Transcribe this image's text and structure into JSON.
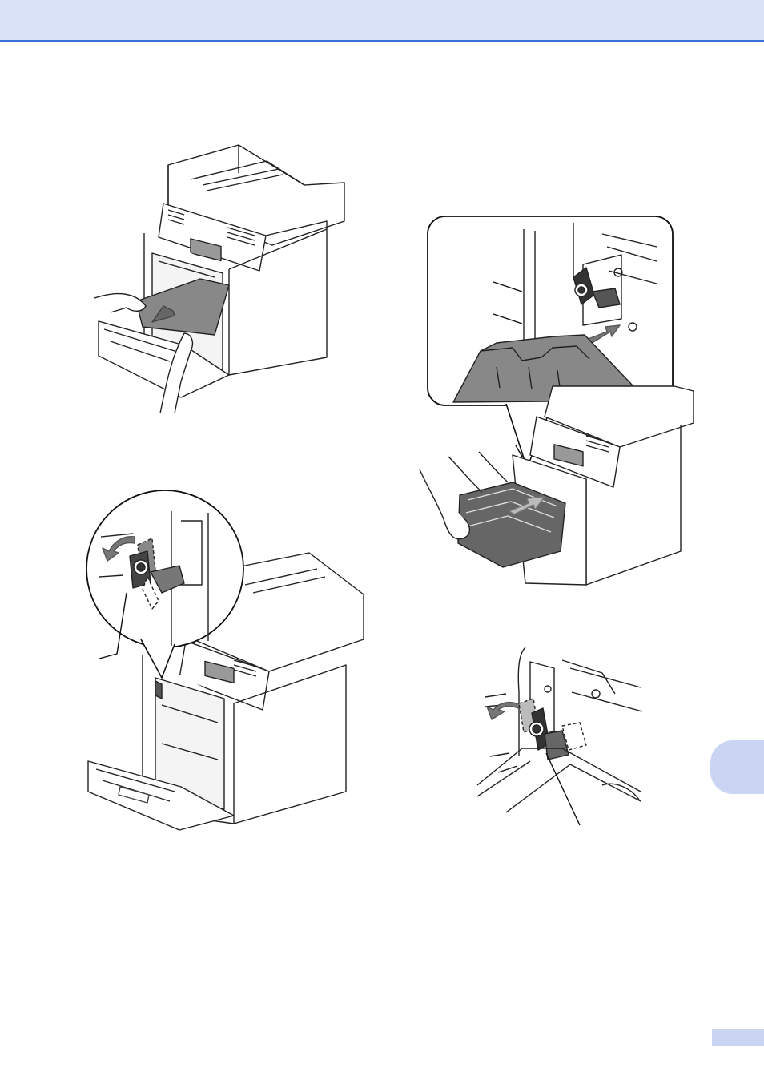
{
  "page": {
    "header_color": "#d9e2f7",
    "header_rule_color": "#3b6fd8",
    "tab_color": "#c9d5f2"
  },
  "illustrations": [
    {
      "name": "remove-paper-illustration",
      "subject": "printer-front-cover-open"
    },
    {
      "name": "drum-lever-unlocked-illustration",
      "subject": "printer-with-lever-callout"
    },
    {
      "name": "insert-drum-illustration",
      "subject": "printer-with-drum-insertion-callout"
    },
    {
      "name": "drum-lever-locked-illustration",
      "subject": "lever-closeup"
    }
  ]
}
